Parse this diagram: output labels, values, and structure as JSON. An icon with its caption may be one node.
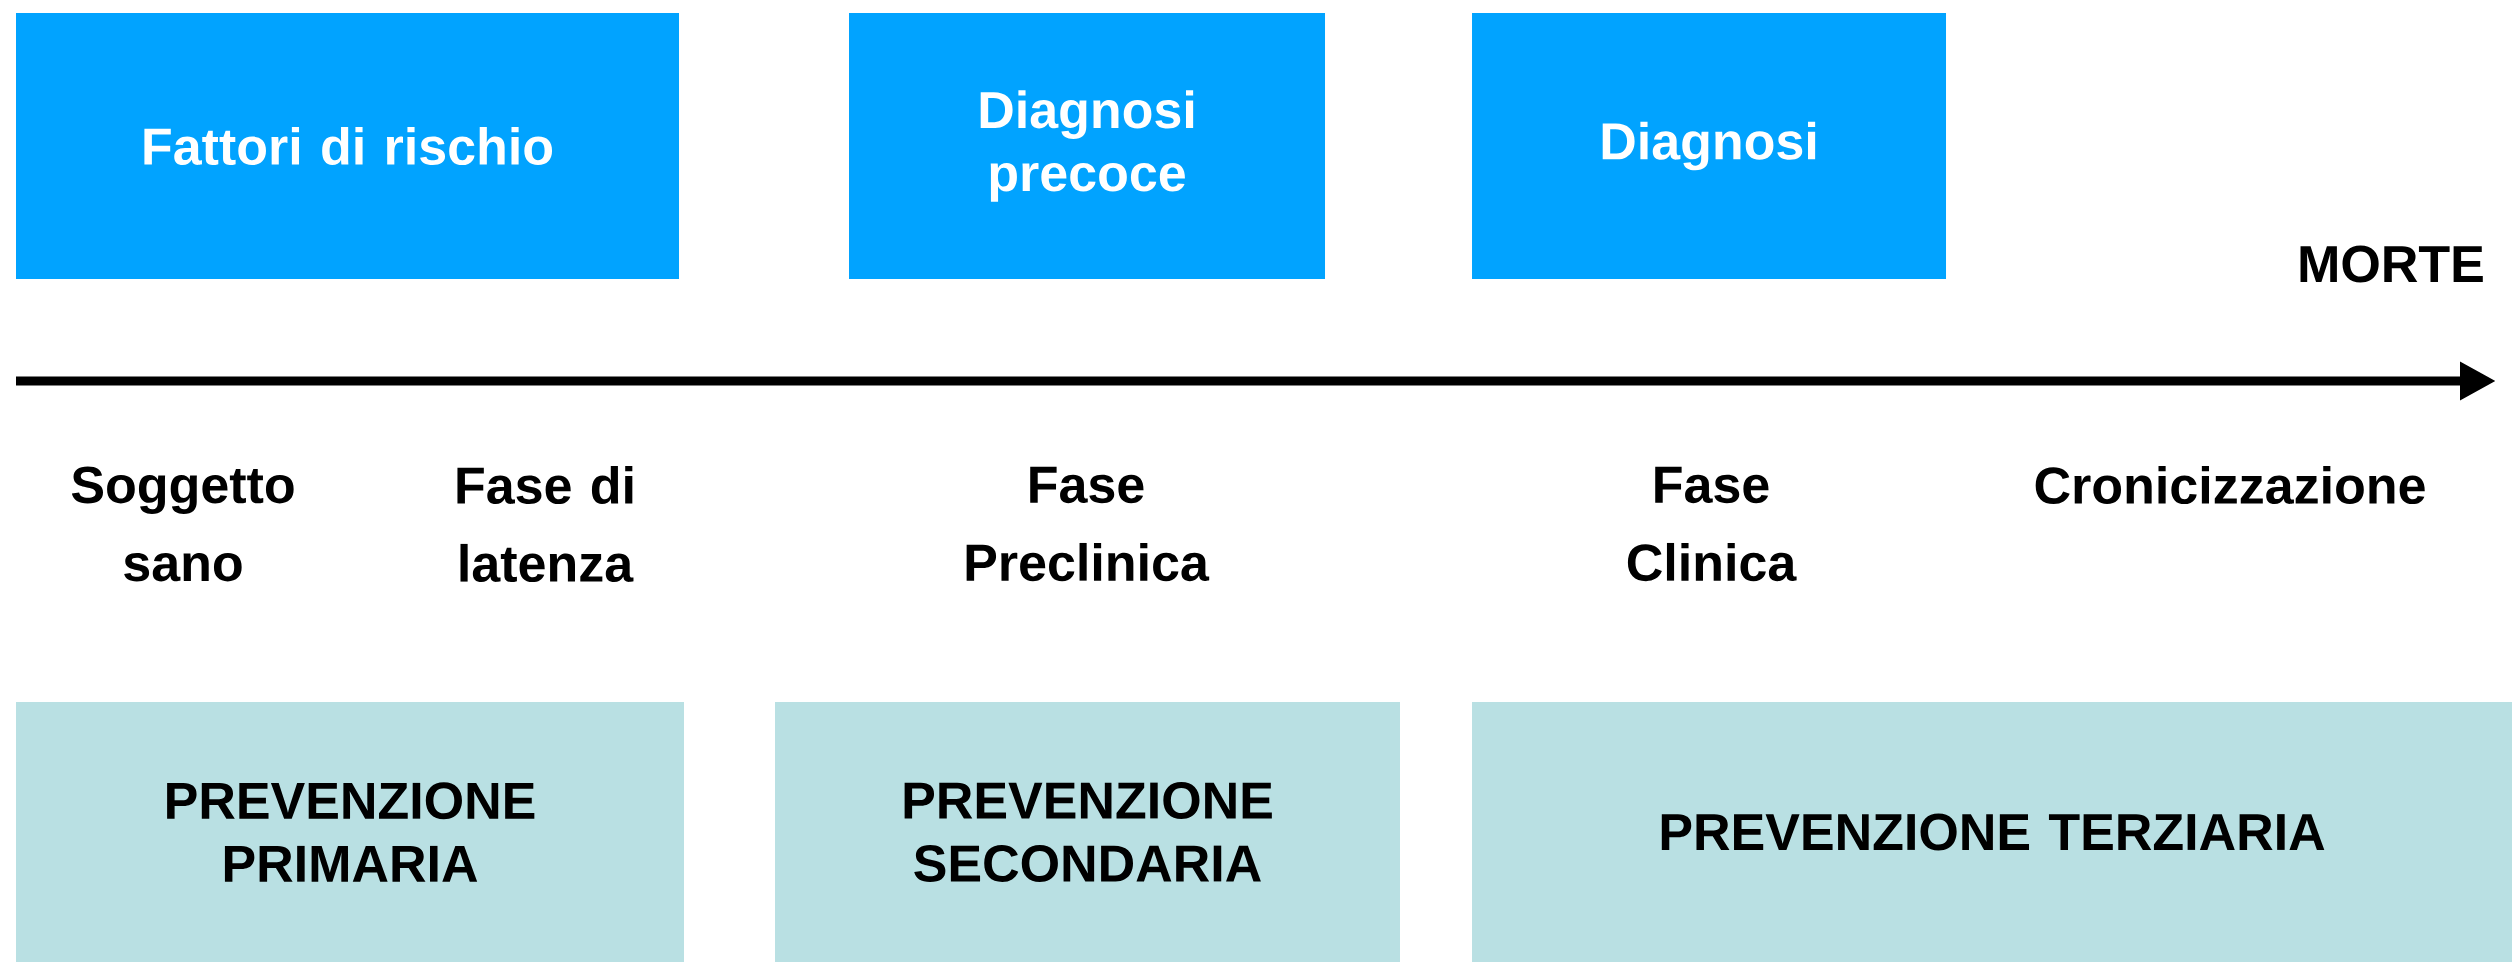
{
  "diagram": {
    "nodes": [
      {
        "text": [
          "Fattori di rischio"
        ]
      },
      {
        "text": [
          "Diagnosi precoce"
        ]
      },
      {
        "text": [
          "Diagnosi"
        ]
      },
      {
        "text": [
          "PREVENZIONE PRIMARIA"
        ]
      },
      {
        "text": [
          "PREVENZIONE SECONDARIA"
        ]
      },
      {
        "text": [
          "PREVENZIONE TERZIARIA"
        ]
      }
    ],
    "labels": [
      "MORTE",
      "Soggetto sano",
      "Fase di latenza",
      "Fase Preclinica",
      "Fase Clinica",
      "Cronicizzazione"
    ]
  }
}
